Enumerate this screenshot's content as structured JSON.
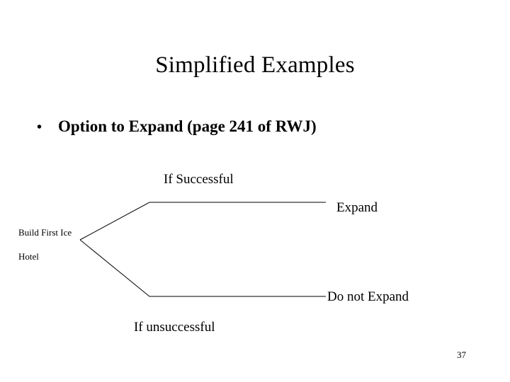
{
  "slide": {
    "title": "Simplified Examples",
    "bullet": {
      "marker": "•",
      "text": "Option to Expand (page 241 of RWJ)"
    },
    "page_number": "37",
    "diagram": {
      "labels": {
        "if_successful": "If Successful",
        "expand": "Expand",
        "build_line1": "Build First Ice",
        "build_line2": "Hotel",
        "do_not_expand": "Do not Expand",
        "if_unsuccessful": "If unsuccessful"
      },
      "line_color": "#000000",
      "line_width": 1
    }
  }
}
